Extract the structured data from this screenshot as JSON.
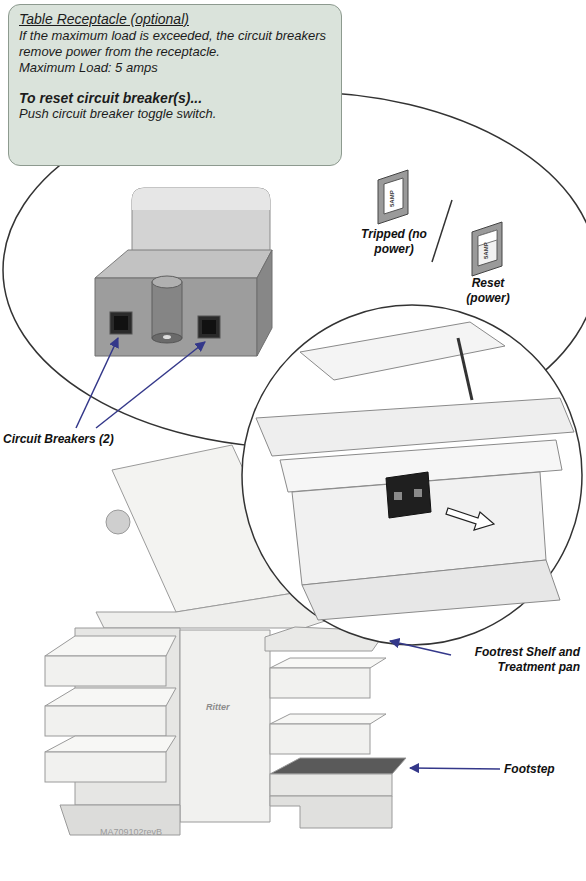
{
  "diagram": {
    "nodes": [
      {
        "text": [
          "Table Receptacle (optional)",
          "If the maximum load is exceeded, the circuit breakers remove power from the receptacle.",
          "Maximum Load: 5 amps",
          "To reset circuit breaker(s)...",
          "Push circuit breaker toggle switch."
        ]
      }
    ],
    "labels": [
      "Tripped (no power)",
      "Reset (power)",
      "5AMP",
      "5AMP",
      "Circuit Breakers (2)",
      "Ritter",
      "Footrest Shelf and Treatment pan",
      "Footstep",
      "MA709102revB"
    ]
  }
}
